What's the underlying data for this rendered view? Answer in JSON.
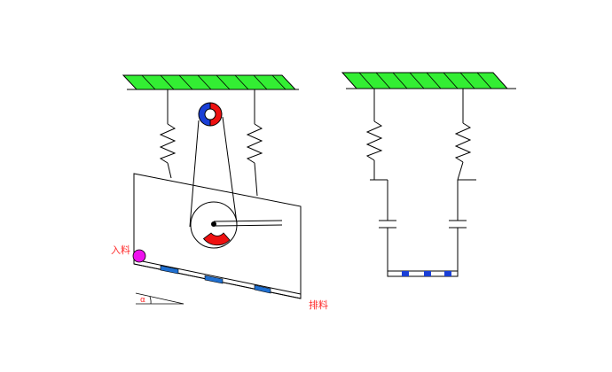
{
  "labels": {
    "feed": "入料",
    "discharge": "排料",
    "angle": "α"
  },
  "colors": {
    "ceiling_fill": "#33ee33",
    "blue": "#1a3fd6",
    "red": "#ee1111",
    "feed_ball": "#ee11ee",
    "screen_slot": "#1f6fd0",
    "label_red": "#ff2a2a",
    "stroke": "#000000"
  }
}
